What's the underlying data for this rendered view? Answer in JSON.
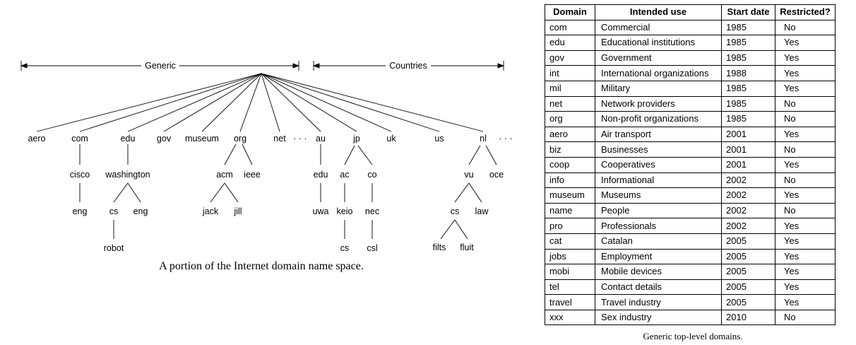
{
  "tree": {
    "caption": "A portion of the Internet domain name space.",
    "bracket_generic": "Generic",
    "bracket_countries": "Countries",
    "ellipsis": "· · ·",
    "nodes": {
      "aero": "aero",
      "com": "com",
      "edu": "edu",
      "gov": "gov",
      "museum": "museum",
      "org": "org",
      "net": "net",
      "au": "au",
      "jp": "jp",
      "uk": "uk",
      "us": "us",
      "nl": "nl",
      "cisco": "cisco",
      "washington": "washington",
      "acm": "acm",
      "ieee": "ieee",
      "au_edu": "edu",
      "ac": "ac",
      "co": "co",
      "vu": "vu",
      "oce": "oce",
      "eng1": "eng",
      "cs1": "cs",
      "eng2": "eng",
      "jack": "jack",
      "jill": "jill",
      "uwa": "uwa",
      "keio": "keio",
      "nec": "nec",
      "cs3": "cs",
      "law": "law",
      "robot": "robot",
      "cs2": "cs",
      "csl": "csl",
      "filts": "filts",
      "fluit": "fluit"
    }
  },
  "table": {
    "caption": "Generic top-level domains.",
    "headers": [
      "Domain",
      "Intended use",
      "Start date",
      "Restricted?"
    ],
    "rows": [
      [
        "com",
        "Commercial",
        "1985",
        "No"
      ],
      [
        "edu",
        "Educational institutions",
        "1985",
        "Yes"
      ],
      [
        "gov",
        "Government",
        "1985",
        "Yes"
      ],
      [
        "int",
        "International organizations",
        "1988",
        "Yes"
      ],
      [
        "mil",
        "Military",
        "1985",
        "Yes"
      ],
      [
        "net",
        "Network providers",
        "1985",
        "No"
      ],
      [
        "org",
        "Non-profit organizations",
        "1985",
        "No"
      ],
      [
        "aero",
        "Air transport",
        "2001",
        "Yes"
      ],
      [
        "biz",
        "Businesses",
        "2001",
        "No"
      ],
      [
        "coop",
        "Cooperatives",
        "2001",
        "Yes"
      ],
      [
        "info",
        "Informational",
        "2002",
        "No"
      ],
      [
        "museum",
        "Museums",
        "2002",
        "Yes"
      ],
      [
        "name",
        "People",
        "2002",
        "No"
      ],
      [
        "pro",
        "Professionals",
        "2002",
        "Yes"
      ],
      [
        "cat",
        "Catalan",
        "2005",
        "Yes"
      ],
      [
        "jobs",
        "Employment",
        "2005",
        "Yes"
      ],
      [
        "mobi",
        "Mobile devices",
        "2005",
        "Yes"
      ],
      [
        "tel",
        "Contact details",
        "2005",
        "Yes"
      ],
      [
        "travel",
        "Travel industry",
        "2005",
        "Yes"
      ],
      [
        "xxx",
        "Sex industry",
        "2010",
        "No"
      ]
    ]
  }
}
